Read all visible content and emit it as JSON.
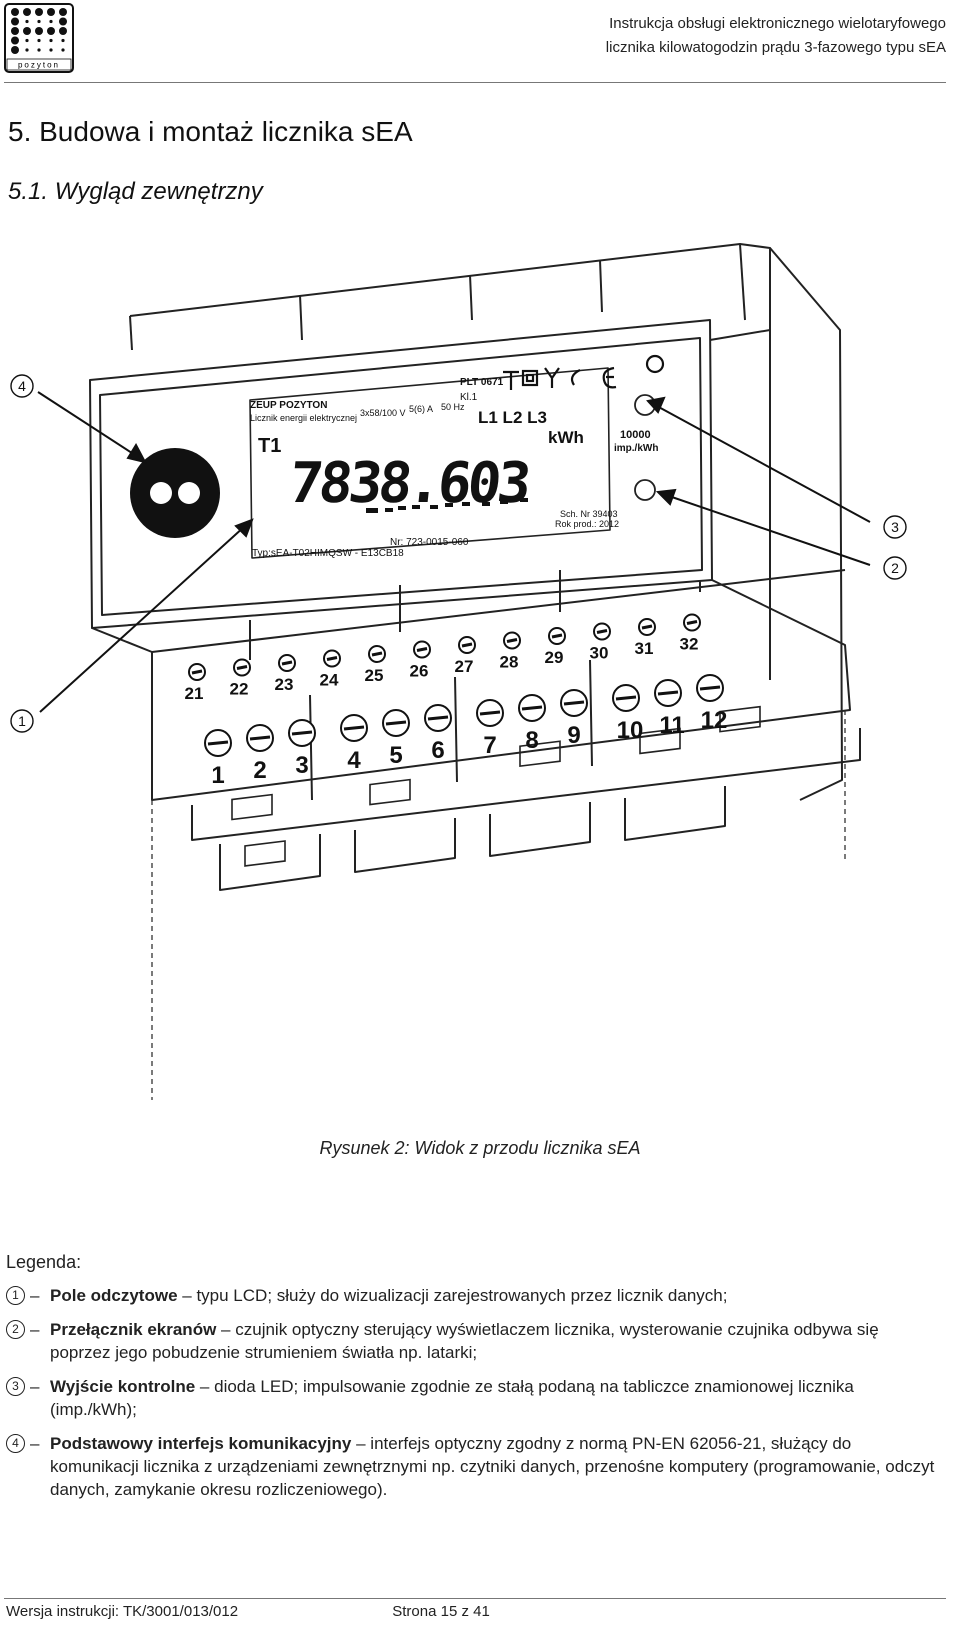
{
  "header": {
    "line1": "Instrukcja obsługi elektronicznego wielotaryfowego",
    "line2": "licznika kilowatogodzin prądu 3-fazowego typu sEA",
    "logo_text": "pozyton"
  },
  "section_title": "5.   Budowa i montaż licznika sEA",
  "subsection_title": "5.1.   Wygląd zewnętrzny",
  "meter": {
    "brand": "ZEUP POZYTON",
    "product": "Licznik energii elektrycznej",
    "voltage": "3x58/100 V",
    "current": "5(6) A",
    "frequency": "50 Hz",
    "plt": "PLT 0671",
    "class": "Kl.1",
    "phases": "L1 L2 L3",
    "tariff": "T1",
    "reading": "7838.603",
    "unit": "kWh",
    "impulses": "10000",
    "impulses_unit": "imp./kWh",
    "schema": "Sch. Nr 39403",
    "production": "Rok prod.: 2012",
    "type": "Typ:sEA-T02HIMQSW - E13CB18",
    "serial": "Nr: 723-0015-060",
    "upper_terminals": [
      "21",
      "22",
      "23",
      "24",
      "25",
      "26",
      "27",
      "28",
      "29",
      "30",
      "31",
      "32"
    ],
    "lower_terminals": [
      "1",
      "2",
      "3",
      "4",
      "5",
      "6",
      "7",
      "8",
      "9",
      "10",
      "11",
      "12"
    ]
  },
  "callouts": [
    "4",
    "3",
    "2",
    "1"
  ],
  "caption": "Rysunek 2: Widok z przodu licznika sEA",
  "legend_title": "Legenda:",
  "legend": [
    {
      "num": "1",
      "term": "Pole odczytowe",
      "text": "typu LCD; służy do wizualizacji zarejestrowanych przez licznik danych;"
    },
    {
      "num": "2",
      "term": "Przełącznik ekranów",
      "text": "czujnik optyczny sterujący wyświetlaczem licznika, wysterowanie czujnika odbywa się poprzez jego pobudzenie strumieniem światła np. latarki;"
    },
    {
      "num": "3",
      "term": "Wyjście kontrolne",
      "text": "dioda LED; impulsowanie zgodnie ze stałą  podaną na tabliczce znamionowej licznika (imp./kWh);"
    },
    {
      "num": "4",
      "term": "Podstawowy interfejs komunikacyjny",
      "text": "interfejs optyczny zgodny z normą PN-EN 62056-21, służący do komunikacji licznika z urządzeniami zewnętrznymi np. czytniki danych, przenośne komputery (programowanie, odczyt danych, zamykanie okresu rozliczeniowego)."
    }
  ],
  "footer": {
    "version": "Wersja instrukcji: TK/3001/013/012",
    "page": "Strona  15 z 41"
  }
}
